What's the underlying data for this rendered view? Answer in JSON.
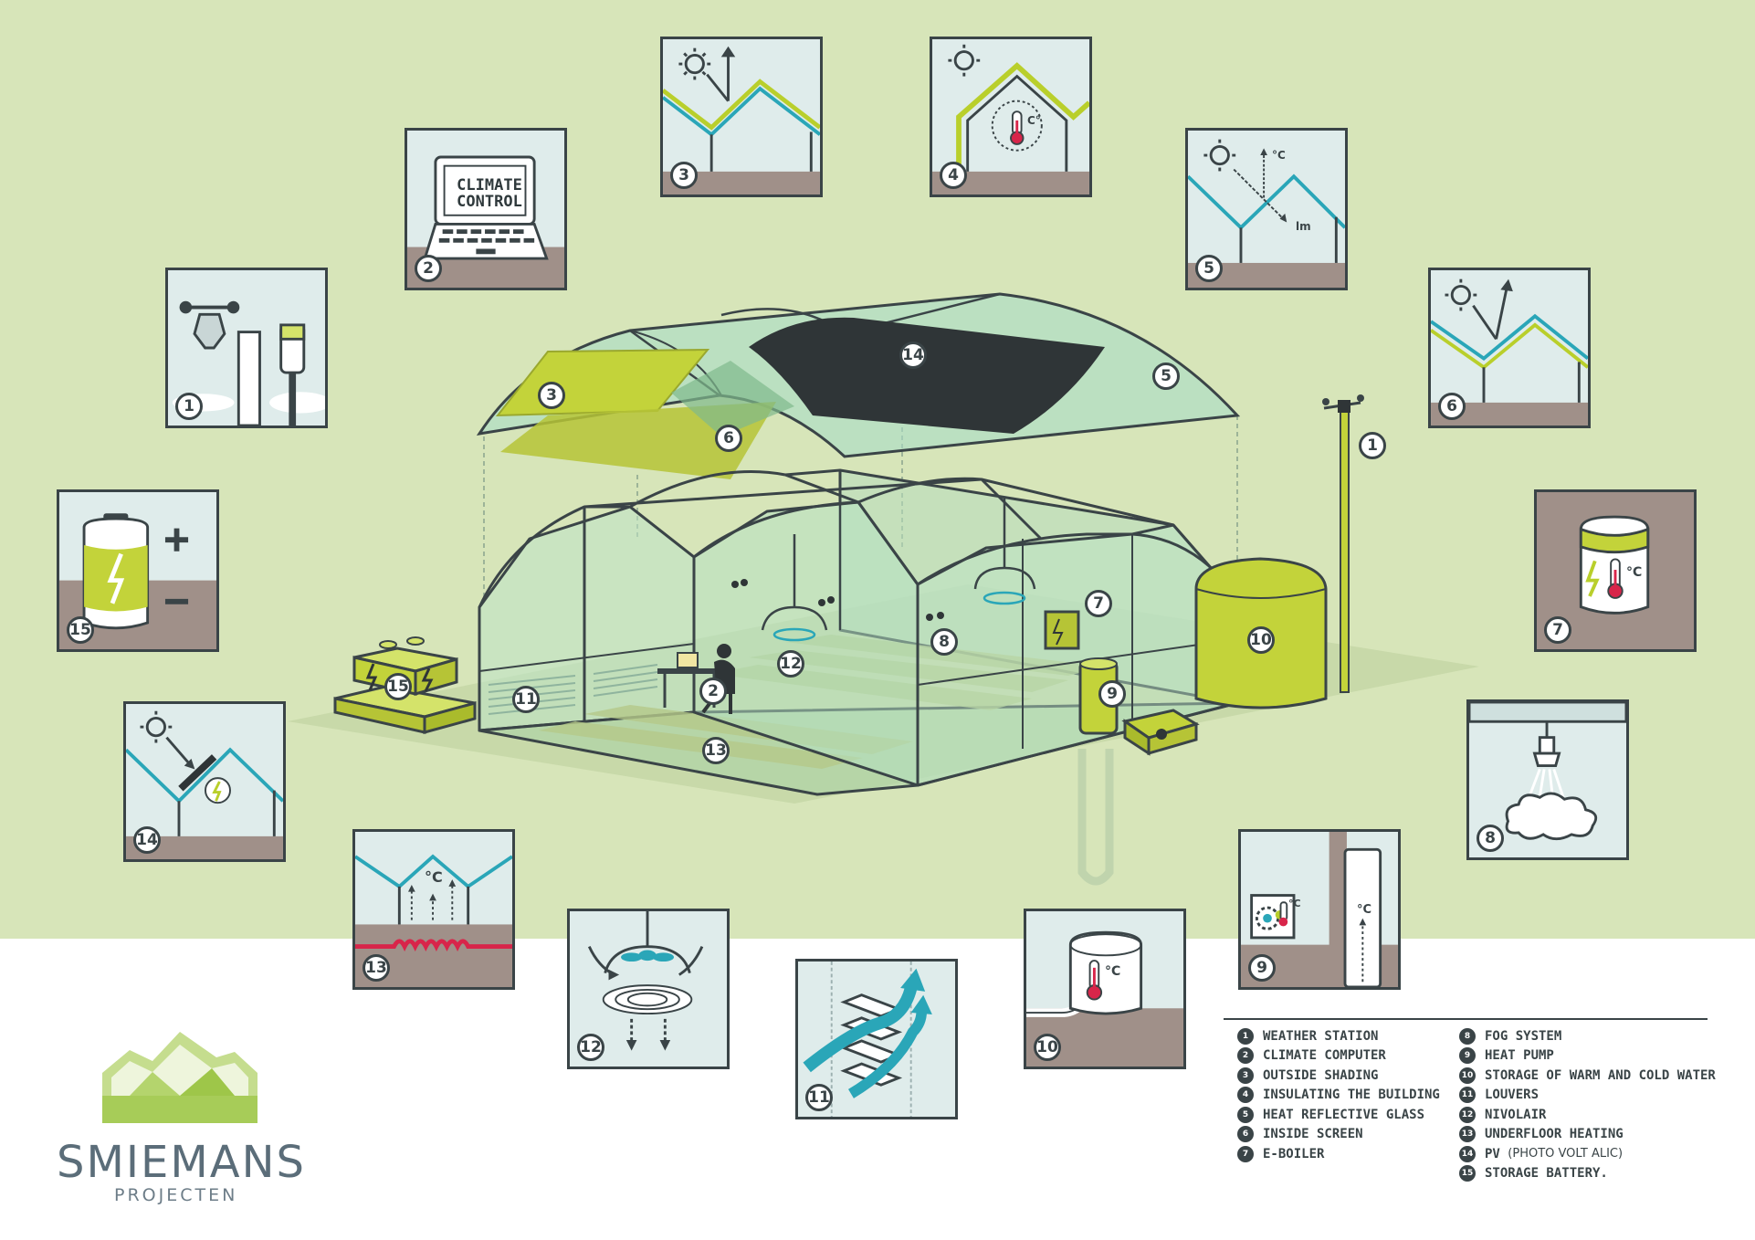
{
  "panels": [
    {
      "id": "p1",
      "badge": "1"
    },
    {
      "id": "p2",
      "badge": "2",
      "screen_line1": "CLIMATE",
      "screen_line2": "CONTROL"
    },
    {
      "id": "p3",
      "badge": "3"
    },
    {
      "id": "p4",
      "badge": "4",
      "unit": "C°"
    },
    {
      "id": "p5",
      "badge": "5",
      "unit": "°C",
      "unit2": "lm"
    },
    {
      "id": "p6",
      "badge": "6"
    },
    {
      "id": "p7",
      "badge": "7",
      "unit": "°C"
    },
    {
      "id": "p8",
      "badge": "8"
    },
    {
      "id": "p9",
      "badge": "9",
      "unit": "°C",
      "unit2": "°C"
    },
    {
      "id": "p10",
      "badge": "10",
      "unit": "°C"
    },
    {
      "id": "p11",
      "badge": "11"
    },
    {
      "id": "p12",
      "badge": "12"
    },
    {
      "id": "p13",
      "badge": "13",
      "unit": "°C"
    },
    {
      "id": "p14",
      "badge": "14"
    },
    {
      "id": "p15",
      "badge": "15"
    }
  ],
  "diagram_badges": {
    "b1": "1",
    "b2": "2",
    "b3": "3",
    "b5": "5",
    "b6": "6",
    "b7": "7",
    "b8": "8",
    "b9": "9",
    "b10": "10",
    "b11": "11",
    "b12": "12",
    "b13": "13",
    "b14": "14",
    "b15": "15"
  },
  "legend": {
    "left": [
      {
        "num": "1",
        "label": "WEATHER STATION"
      },
      {
        "num": "2",
        "label": "CLIMATE COMPUTER"
      },
      {
        "num": "3",
        "label": "OUTSIDE SHADING"
      },
      {
        "num": "4",
        "label": "INSULATING THE BUILDING"
      },
      {
        "num": "5",
        "label": "HEAT REFLECTIVE GLASS"
      },
      {
        "num": "6",
        "label": "INSIDE SCREEN"
      },
      {
        "num": "7",
        "label": "E-BOILER"
      }
    ],
    "right": [
      {
        "num": "8",
        "label": "FOG SYSTEM"
      },
      {
        "num": "9",
        "label": "HEAT PUMP"
      },
      {
        "num": "10",
        "label": "STORAGE OF WARM AND COLD WATER"
      },
      {
        "num": "11",
        "label": "LOUVERS"
      },
      {
        "num": "12",
        "label": "NIVOLAIR"
      },
      {
        "num": "13",
        "label": "UNDERFLOOR HEATING"
      },
      {
        "num": "14",
        "label": "PV",
        "note": "(PHOTO VOLT ALIC)"
      },
      {
        "num": "15",
        "label": "STORAGE BATTERY."
      }
    ]
  },
  "brand": {
    "name": "SMIEMANS",
    "sub": "PROJECTEN"
  },
  "colors": {
    "bg": "#d7e5b9",
    "panel": "#dfeceb",
    "line": "#3a4447",
    "teal": "#2aa6b8",
    "lime": "#b9cf2b",
    "soil": "#a09089"
  }
}
